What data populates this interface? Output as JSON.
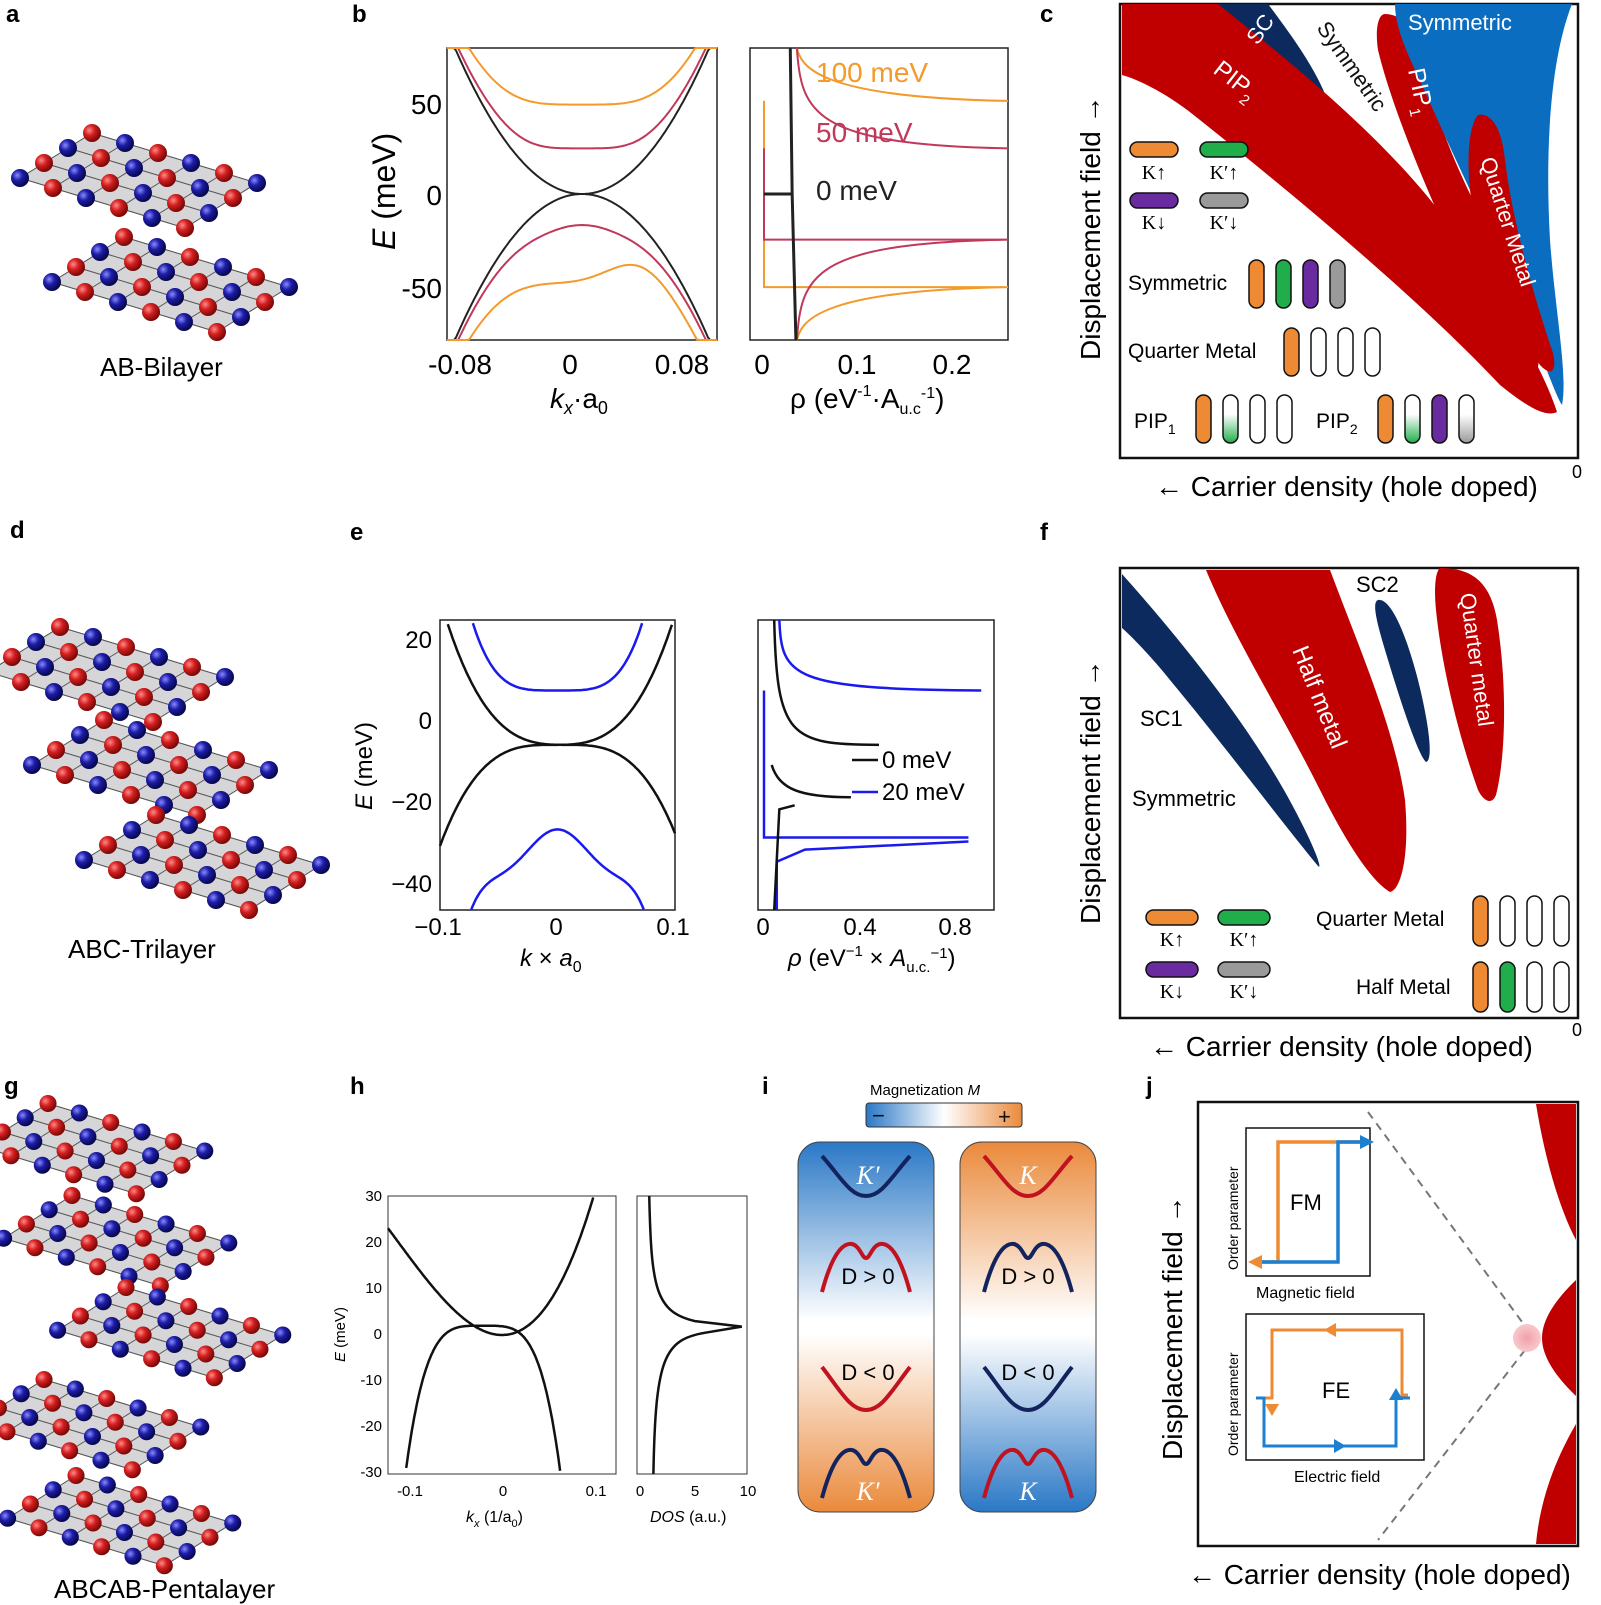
{
  "panel_letters": {
    "a": "a",
    "b": "b",
    "c": "c",
    "d": "d",
    "e": "e",
    "f": "f",
    "g": "g",
    "h": "h",
    "i": "i",
    "j": "j"
  },
  "structures": {
    "bilayer": "AB-Bilayer",
    "trilayer": "ABC-Trilayer",
    "pentalayer": "ABCAB-Pentalayer"
  },
  "atom_colors": {
    "red": "#cc1a1a",
    "blue": "#1a1a99"
  },
  "panel_b": {
    "ylabel": "E (meV)",
    "xlabel_left": "kx·a0",
    "xlabel_right": "ρ (eV-1·Au.c-1)",
    "yticks": [
      "50",
      "0",
      "-50"
    ],
    "xticks_left": [
      "-0.08",
      "0",
      "0.08"
    ],
    "xticks_right": [
      "0",
      "0.1",
      "0.2"
    ],
    "series": [
      {
        "name": "100 meV",
        "color": "#f39a2b"
      },
      {
        "name": "50 meV",
        "color": "#c0395a"
      },
      {
        "name": "0 meV",
        "color": "#222222"
      }
    ]
  },
  "panel_c": {
    "regions": [
      "SC",
      "Symmetric",
      "Symmetric",
      "PIP2",
      "PIP1",
      "Quarter Metal"
    ],
    "legend": [
      "K↑",
      "K′↑",
      "K↓",
      "K′↓"
    ],
    "rows": [
      "Symmetric",
      "Quarter Metal",
      "PIP1",
      "PIP2"
    ],
    "ylabel": "Displacement field →",
    "xlabel": "← Carrier density (hole doped)",
    "zero": "0"
  },
  "panel_e": {
    "ylabel": "E (meV)",
    "xlabel_left": "k × a0",
    "xlabel_right": "ρ (eV−1 × Au.c.−1)",
    "yticks": [
      "20",
      "0",
      "−20",
      "−40"
    ],
    "xticks_left": [
      "−0.1",
      "0",
      "0.1"
    ],
    "xticks_right": [
      "0",
      "0.4",
      "0.8"
    ],
    "series": [
      {
        "name": "0 meV",
        "color": "#111111"
      },
      {
        "name": "20 meV",
        "color": "#1a1aee"
      }
    ]
  },
  "panel_f": {
    "regions": [
      "SC2",
      "SC1",
      "Half metal",
      "Quarter metal",
      "Symmetric"
    ],
    "legend": [
      "K↑",
      "K′↑",
      "K↓",
      "K′↓"
    ],
    "rows": [
      "Quarter Metal",
      "Half Metal"
    ],
    "ylabel": "Displacement field →",
    "xlabel": "← Carrier density (hole doped)",
    "zero": "0"
  },
  "panel_h": {
    "ylabel": "E (meV)",
    "xlabel_left": "kx (1/a0)",
    "xlabel_right": "DOS (a.u.)",
    "yticks": [
      "30",
      "20",
      "10",
      "0",
      "-10",
      "-20",
      "-30"
    ],
    "xticks_left": [
      "-0.1",
      "0",
      "0.1"
    ],
    "xticks_right": [
      "0",
      "5",
      "10"
    ]
  },
  "panel_i": {
    "colorbar_title": "Magnetization M",
    "minus": "−",
    "plus": "+",
    "left": [
      "K′",
      "D > 0",
      "D < 0",
      "K′"
    ],
    "right": [
      "K",
      "D > 0",
      "D < 0",
      "K"
    ],
    "colors": {
      "blue": "#2a7fc8",
      "orange": "#e8873a",
      "navy": "#13235e",
      "red": "#c1121f"
    }
  },
  "panel_j": {
    "ylabel": "Displacement field →",
    "xlabel": "← Carrier density (hole doped)",
    "fm_label": "FM",
    "fm_x": "Magnetic field",
    "fm_y": "Order parameter",
    "fe_label": "FE",
    "fe_x": "Electric field",
    "fe_y": "Order parameter"
  }
}
